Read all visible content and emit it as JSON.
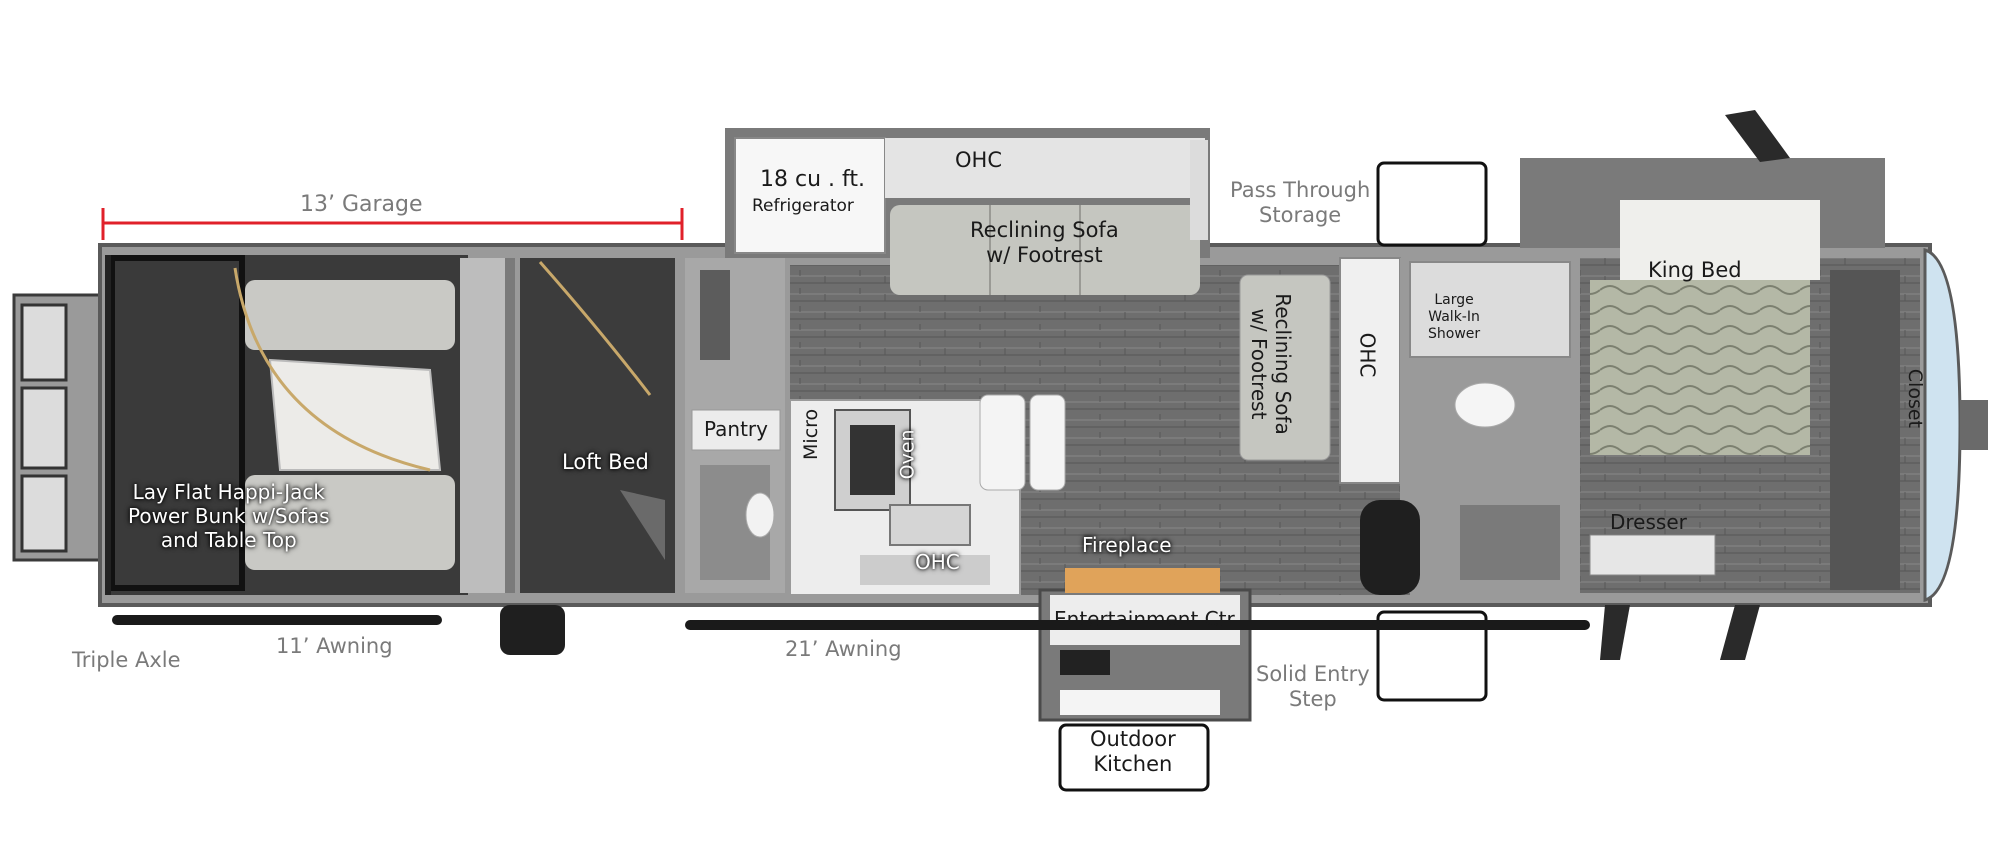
{
  "labels": {
    "garage_dim": "13’ Garage",
    "refrigerator_size": "18 cu . ft.",
    "refrigerator": "Refrigerator",
    "ohc_slide": "OHC",
    "sofa_slide": "Reclining Sofa\nw/ Footrest",
    "pass_through": "Pass Through\nStorage",
    "king_bed": "King Bed",
    "shower": "Large\nWalk-In\nShower",
    "ohc_bath": "OHC",
    "sofa_side": "Reclining Sofa\nw/ Footrest",
    "closet": "Closet",
    "pantry": "Pantry",
    "micro": "Micro",
    "oven": "Oven",
    "loft_bed": "Loft Bed",
    "bunk": "Lay Flat Happi-Jack\nPower Bunk w/Sofas\nand Table Top",
    "fireplace": "Fireplace",
    "ohc_kitchen": "OHC",
    "dresser": "Dresser",
    "entertainment": "Entertainment Ctr",
    "solid_step": "Solid Entry\nStep",
    "outdoor_kitchen": "Outdoor\nKitchen",
    "triple_axle": "Triple Axle",
    "awning_11": "11’ Awning",
    "awning_21": "21’ Awning"
  },
  "colors": {
    "wall": "#8c8c8c",
    "wall_dark": "#5a5a5a",
    "floor": "#6b6b6b",
    "garage_floor": "#3a3a3a",
    "dimension_red": "#e0202a",
    "label_grey": "#7a7a7a",
    "cabinet": "#f2f2f2"
  }
}
